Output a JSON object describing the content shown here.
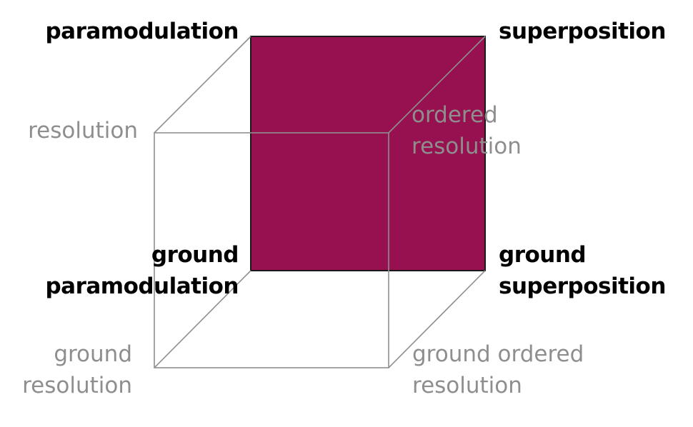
{
  "colors": {
    "front_face_fill": "#97104f",
    "front_face_stroke": "#1a1a1a",
    "back_edges": "#8f8f8f",
    "bold_label": "#000000",
    "light_label": "#8e8e8e"
  },
  "labels": {
    "paramodulation": "paramodulation",
    "superposition": "superposition",
    "resolution": "resolution",
    "ordered_resolution": [
      "ordered",
      "resolution"
    ],
    "ground_paramodulation": [
      "ground",
      "paramodulation"
    ],
    "ground_superposition": [
      "ground",
      "superposition"
    ],
    "ground_resolution": [
      "ground",
      "resolution"
    ],
    "ground_ordered_resolution": [
      "ground ordered",
      "resolution"
    ]
  }
}
